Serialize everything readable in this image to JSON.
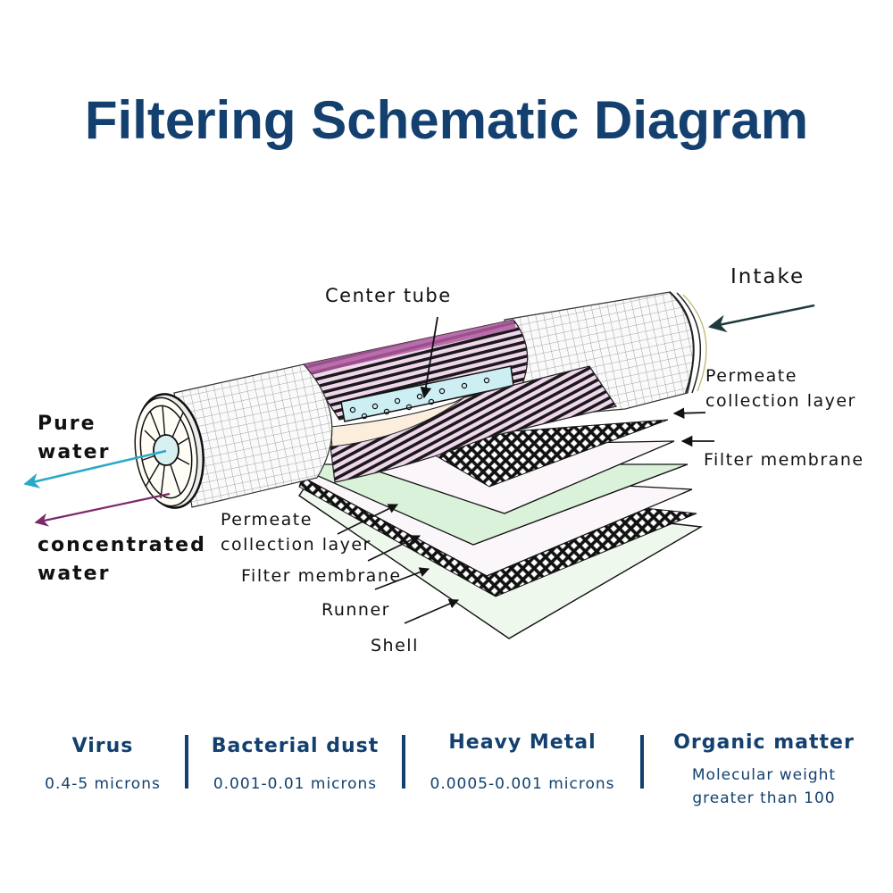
{
  "title": "Filtering Schematic Diagram",
  "colors": {
    "title": "#13406f",
    "pure_water_arrow": "#2aa8c8",
    "concentrated_water_arrow": "#7a2a6a",
    "membrane_pink": "#b05aa0",
    "permeate_green": "#d8f2d8",
    "center_tube_blue": "#cdeef2"
  },
  "labels": {
    "center_tube": "Center tube",
    "intake": "Intake",
    "pure_water": [
      "Pure",
      "water"
    ],
    "concentrated_water": [
      "concentrated",
      "water"
    ],
    "right_permeate": [
      "Permeate",
      "collection layer"
    ],
    "right_filter_membrane": "Filter membrane",
    "left_permeate": [
      "Permeate",
      "collection layer"
    ],
    "left_filter_membrane": "Filter membrane",
    "runner": "Runner",
    "shell": "Shell"
  },
  "footer": [
    {
      "heading": "Virus",
      "value": [
        "0.4-5 microns"
      ]
    },
    {
      "heading": "Bacterial dust",
      "value": [
        "0.001-0.01 microns"
      ]
    },
    {
      "heading": "Heavy Metal",
      "value": [
        "0.0005-0.001 microns"
      ]
    },
    {
      "heading": "Organic matter",
      "value": [
        "Molecular weight",
        "greater than 100"
      ]
    }
  ]
}
